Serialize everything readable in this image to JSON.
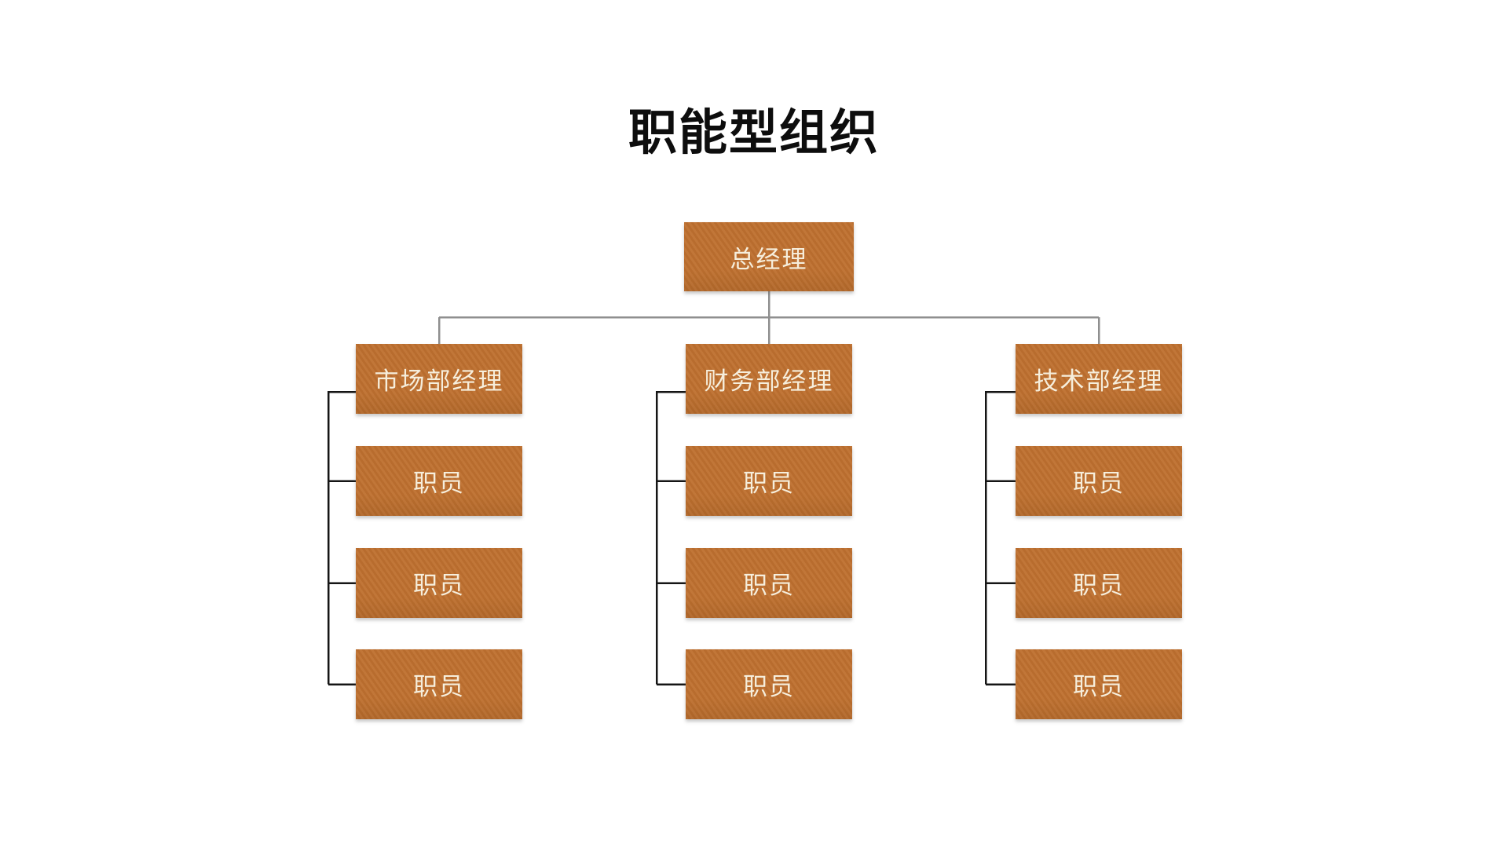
{
  "slide": {
    "title": "职能型组织"
  },
  "org": {
    "root": {
      "label": "总经理"
    },
    "departments": [
      {
        "manager": "市场部经理",
        "staff": [
          "职员",
          "职员",
          "职员"
        ]
      },
      {
        "manager": "财务部经理",
        "staff": [
          "职员",
          "职员",
          "职员"
        ]
      },
      {
        "manager": "技术部经理",
        "staff": [
          "职员",
          "职员",
          "职员"
        ]
      }
    ]
  },
  "colors": {
    "box_fill": "#be702f",
    "box_text": "#f6eedc",
    "connector_gray": "#8f8f8f",
    "connector_black": "#151515",
    "title_color": "#0d0d0d",
    "page_bg": "#ffffff"
  }
}
